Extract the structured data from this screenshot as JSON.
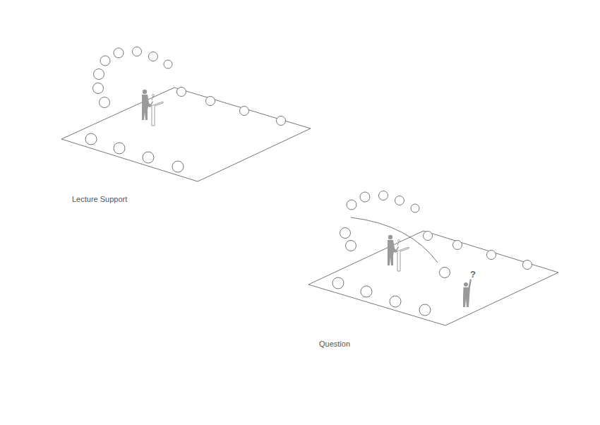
{
  "diagram": {
    "labels": [
      "Lecture Support",
      "Question",
      "?"
    ]
  }
}
